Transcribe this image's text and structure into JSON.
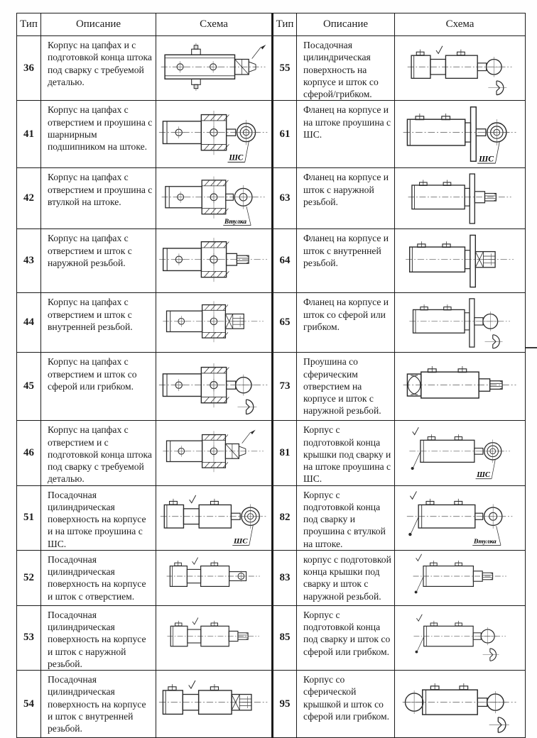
{
  "page": {
    "kind": "scanned-reference-table",
    "ink_color": "#1b1b1b",
    "background_color": "#fefefe"
  },
  "table": {
    "headers": [
      "Тип",
      "Описание",
      "Схема"
    ],
    "rows": [
      {
        "left": {
          "type": "36",
          "desc": "Корпус на цапфах и с подготовкой конца штока под сварку с требуемой деталью.",
          "schema": {
            "body": "trunnion-plain-body",
            "rod": "weld-prep-rod",
            "label": ""
          }
        },
        "right": {
          "type": "55",
          "desc": "Посадочная цилиндрическая поверхность на корпусе и шток со сферой/грибком.",
          "schema": {
            "body": "cylindrical-seat-body",
            "rod": "sphere-mushroom-rod",
            "label": ""
          }
        }
      },
      {
        "left": {
          "type": "41",
          "desc": "Корпус на цапфах с отверстием и проушина с шарнирным подшипником на штоке.",
          "schema": {
            "body": "trunnion-block-body",
            "rod": "spherical-bearing-eye-rod",
            "label": "ШС"
          }
        },
        "right": {
          "type": "61",
          "desc": "Фланец на корпусе и на штоке проушина с ШС.",
          "schema": {
            "body": "flange-body",
            "rod": "spherical-bearing-eye-rod",
            "label": "ШС"
          }
        }
      },
      {
        "left": {
          "type": "42",
          "desc": "Корпус на цапфах с отверстием и проушина с втулкой на штоке.",
          "schema": {
            "body": "trunnion-block-body",
            "rod": "bushing-eye-rod",
            "label": "Втулка"
          }
        },
        "right": {
          "type": "63",
          "desc": "Фланец на корпусе и шток с наружной резьбой.",
          "schema": {
            "body": "flange-body",
            "rod": "external-thread-rod",
            "label": ""
          }
        }
      },
      {
        "left": {
          "type": "43",
          "desc": "Корпус на цапфах с отверстием и шток с наружной резьбой.",
          "schema": {
            "body": "trunnion-block-body",
            "rod": "external-thread-rod",
            "label": ""
          }
        },
        "right": {
          "type": "64",
          "desc": "Фланец на корпусе и шток с внутренней резьбой.",
          "schema": {
            "body": "flange-body",
            "rod": "internal-thread-rod",
            "label": ""
          }
        }
      },
      {
        "left": {
          "type": "44",
          "desc": "Корпус на цапфах с отверстием и шток с внутренней резьбой.",
          "schema": {
            "body": "trunnion-block-body",
            "rod": "internal-thread-rod",
            "label": ""
          }
        },
        "right": {
          "type": "65",
          "desc": "Фланец на корпусе и шток со сферой или грибком.",
          "schema": {
            "body": "flange-body",
            "rod": "sphere-mushroom-rod",
            "label": ""
          }
        }
      },
      {
        "left": {
          "type": "45",
          "desc": "Корпус на цапфах с отверстием и шток со сферой или грибком.",
          "schema": {
            "body": "trunnion-block-body",
            "rod": "sphere-mushroom-rod",
            "label": ""
          }
        },
        "right": {
          "type": "73",
          "desc": "Проушина со сферическим отверстием на корпусе и шток с наружной резьбой.",
          "schema": {
            "body": "spherical-eye-body",
            "rod": "external-thread-rod",
            "label": ""
          }
        }
      },
      {
        "left": {
          "type": "46",
          "desc": "Корпус на цапфах с отверстием и с подготовкой конца штока под сварку с требуемой деталью.",
          "schema": {
            "body": "trunnion-block-body",
            "rod": "weld-prep-rod",
            "label": ""
          }
        },
        "right": {
          "type": "81",
          "desc": "Корпус с подготовкой конца крышки под сварку и на штоке проушина с ШС.",
          "schema": {
            "body": "weld-end-body",
            "rod": "spherical-bearing-eye-rod",
            "label": "ШС"
          }
        }
      },
      {
        "left": {
          "type": "51",
          "desc": "Посадочная цилиндрическая поверхность на корпусе и на штоке проушина с ШС.",
          "schema": {
            "body": "cylindrical-seat-body",
            "rod": "spherical-bearing-eye-rod",
            "label": "ШС"
          }
        },
        "right": {
          "type": "82",
          "desc": "Корпус с подготовкой конца под сварку и проушина с втулкой на штоке.",
          "schema": {
            "body": "weld-end-body",
            "rod": "bushing-eye-rod",
            "label": "Втулка"
          }
        }
      },
      {
        "left": {
          "type": "52",
          "desc": "Посадочная цилиндрическая поверхность на корпусе и шток с отверстием.",
          "schema": {
            "body": "cylindrical-seat-body",
            "rod": "hole-rod",
            "label": ""
          }
        },
        "right": {
          "type": "83",
          "desc": "корпус с подготовкой конца крышки под сварку и шток с наружной резьбой.",
          "schema": {
            "body": "weld-end-body",
            "rod": "external-thread-rod",
            "label": ""
          }
        }
      },
      {
        "left": {
          "type": "53",
          "desc": "Посадочная цилиндрическая поверхность на корпусе и шток с наружной резьбой.",
          "schema": {
            "body": "cylindrical-seat-body",
            "rod": "external-thread-rod",
            "label": ""
          }
        },
        "right": {
          "type": "85",
          "desc": "Корпус с подготовкой конца под сварку и шток со сферой или грибком.",
          "schema": {
            "body": "weld-end-body",
            "rod": "sphere-mushroom-rod",
            "label": ""
          }
        }
      },
      {
        "left": {
          "type": "54",
          "desc": "Посадочная цилиндрическая поверхность на корпусе и шток с внутренней резьбой.",
          "schema": {
            "body": "cylindrical-seat-body",
            "rod": "internal-thread-rod",
            "label": ""
          }
        },
        "right": {
          "type": "95",
          "desc": "Корпус со сферической крышкой и шток со сферой или грибком.",
          "schema": {
            "body": "sphere-cap-body",
            "rod": "sphere-mushroom-rod",
            "label": ""
          }
        }
      }
    ]
  }
}
